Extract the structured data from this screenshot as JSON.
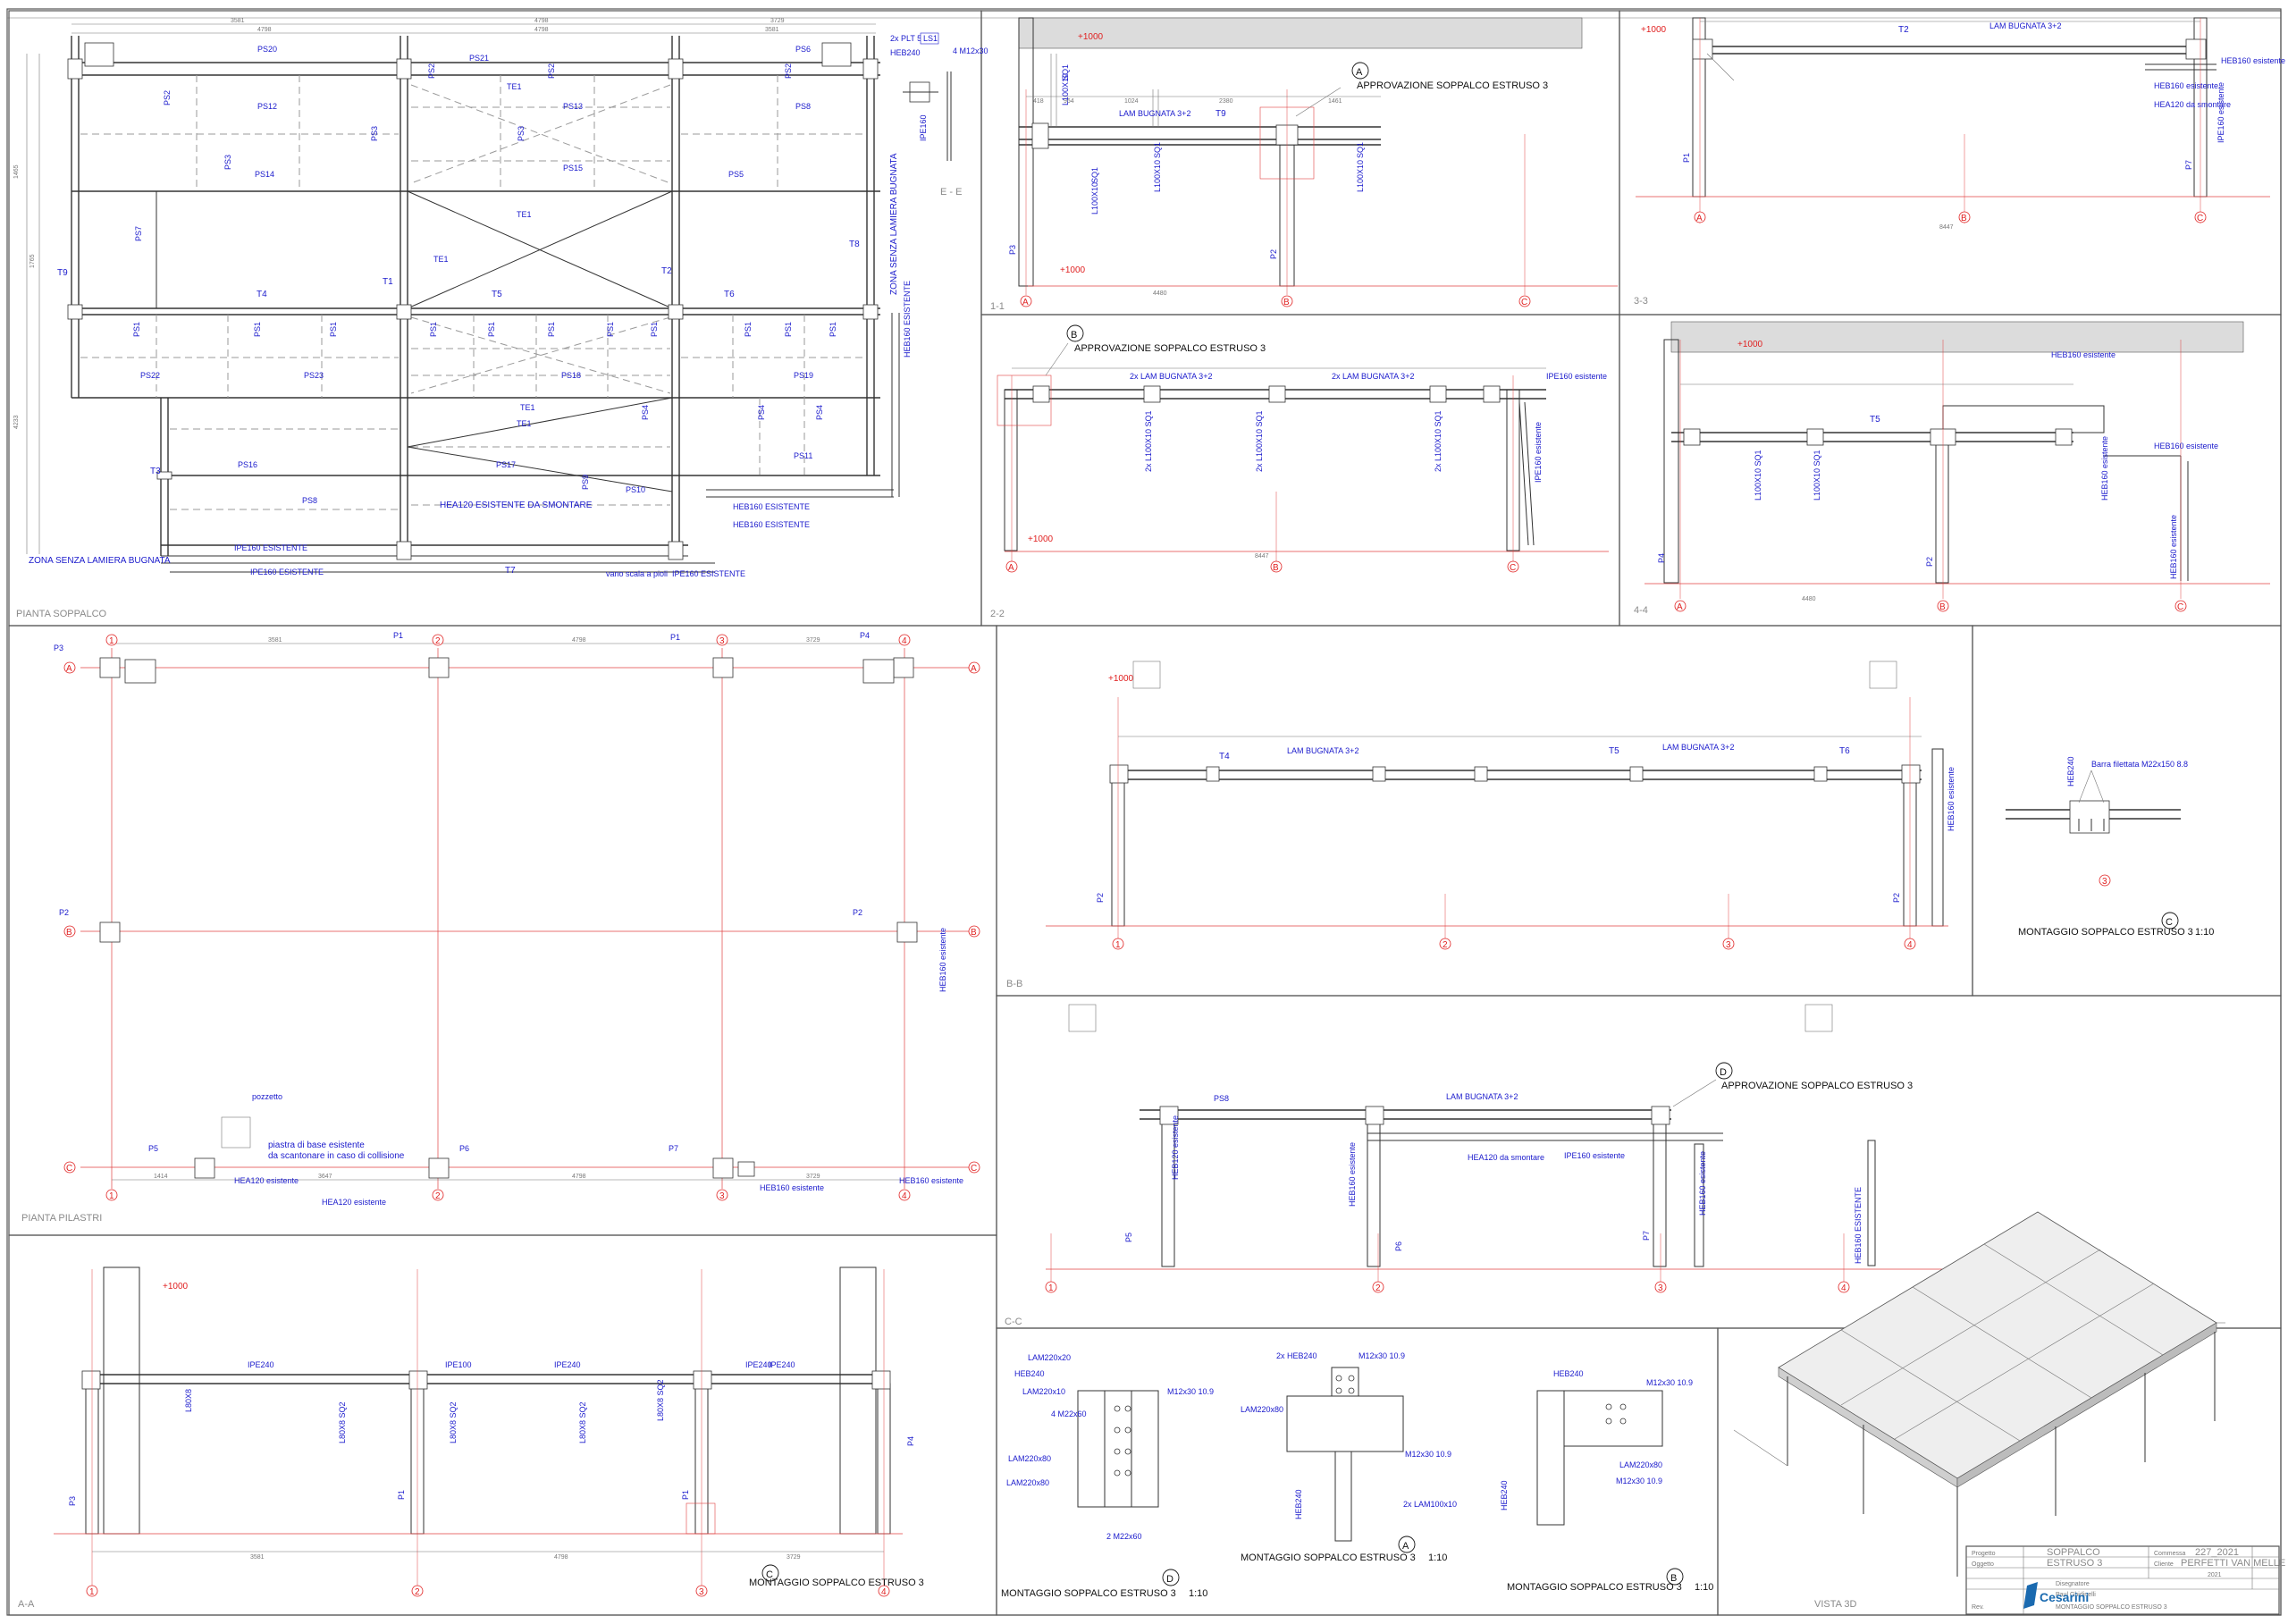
{
  "views": {
    "pianta_soppalco": "PIANTA SOPPALCO",
    "pianta_pilastri": "PIANTA PILASTRI",
    "section_1_1": "1-1",
    "section_2_2": "2-2",
    "section_3_3": "3-3",
    "section_4_4": "4-4",
    "section_b_b": "B-B",
    "section_c_c": "C-C",
    "section_a_a": "A-A",
    "section_e_e": "E - E",
    "vista_3d": "VISTA 3D"
  },
  "callouts": {
    "A": {
      "letter": "A",
      "text": "APPROVAZIONE SOPPALCO ESTRUSO 3"
    },
    "B": {
      "letter": "B",
      "text": "APPROVAZIONE SOPPALCO ESTRUSO 3"
    },
    "D": {
      "letter": "D",
      "text": "APPROVAZIONE SOPPALCO ESTRUSO 3"
    }
  },
  "details": {
    "C_right": {
      "letter": "C",
      "text": "MONTAGGIO SOPPALCO ESTRUSO 3",
      "scale": "1:10"
    },
    "C_bottom": {
      "letter": "C",
      "text": "MONTAGGIO SOPPALCO ESTRUSO 3"
    },
    "D": {
      "letter": "D",
      "text": "MONTAGGIO SOPPALCO ESTRUSO 3",
      "scale": "1:10"
    },
    "A": {
      "letter": "A",
      "text": "MONTAGGIO SOPPALCO ESTRUSO 3",
      "scale": "1:10"
    },
    "B": {
      "letter": "B",
      "text": "MONTAGGIO SOPPALCO ESTRUSO 3",
      "scale": "1:10"
    }
  },
  "plan_labels": {
    "beams": [
      "PS20",
      "PS21",
      "PS6",
      "PS2",
      "PS2",
      "PS2",
      "PS2",
      "PS12",
      "PS13",
      "PS8",
      "PS3",
      "PS3",
      "PS3",
      "PS15",
      "PS14",
      "PS5",
      "PS7",
      "PS22",
      "PS23",
      "PS16",
      "PS19",
      "PS17",
      "PS11",
      "PS18",
      "PS9",
      "PS4",
      "PS4",
      "PS4",
      "PS10",
      "PS8"
    ],
    "girders": [
      "T1",
      "T2",
      "T4",
      "T5",
      "T6",
      "T3",
      "T7",
      "T8",
      "T9",
      "TE1",
      "TE1",
      "TE1",
      "TE1",
      "TE1"
    ],
    "secondary": [
      "PS1",
      "PS1",
      "PS1",
      "PS1",
      "PS1",
      "PS1",
      "PS1",
      "PS1",
      "PS1",
      "PS1",
      "PS1"
    ],
    "zona_top": "ZONA SENZA LAMIERA BUGNATA",
    "zona_right": "ZONA SENZA LAMIERA BUGNATA",
    "hea_note": "HEA120 ESISTENTE DA SMONTARE",
    "vano": "vano scala a pioli",
    "ipe_note1": "IPE160 ESISTENTE",
    "ipe_note2": "IPE160 ESISTENTE",
    "ipe_note3": "IPE160 ESISTENTE",
    "heb_note1": "HEB160 ESISTENTE",
    "heb_note2": "HEB160 ESISTENTE",
    "heb_note3": "HEB160 ESISTENTE",
    "dim_top": [
      "3581",
      "4798",
      "3729"
    ],
    "dim_top2": [
      "4798",
      "4798",
      "3581"
    ],
    "dim_left": [
      "1465",
      "4233",
      "1765"
    ]
  },
  "ee_labels": {
    "title": "2x PLT 5",
    "tag": "LS1",
    "heb": "HEB240",
    "mfg": "4 M12x30",
    "ipe": "IPE160"
  },
  "s11": {
    "lam": "LAM BUGNATA 3+2",
    "t9": "T9",
    "l1": "L100X10",
    "s1": "SQ1",
    "p3": "P3",
    "p2": "P2",
    "lev1": "+1000",
    "lev2": "+1000",
    "dims": [
      "418",
      "964",
      "1024",
      "2380",
      "1461"
    ],
    "axes": [
      "A",
      "B",
      "C"
    ],
    "span": "4480"
  },
  "s22": {
    "lam1": "2x LAM BUGNATA 3+2",
    "lam2": "2x LAM BUGNATA 3+2",
    "lsq": "2x L100X10 SQ1",
    "ipe": "IPE160 esistente",
    "lev": "+1000",
    "span": "8447",
    "axes": [
      "A",
      "B",
      "C"
    ]
  },
  "s33": {
    "t2": "T2",
    "lam": "LAM BUGNATA 3+2",
    "hea": "HEA120  da smontare",
    "heb1": "HEB160 esistente",
    "heb2": "HEB160 esistente",
    "ipe": "IPE160 esistente",
    "p1": "P1",
    "p7": "P7",
    "lev": "+1000",
    "span": "8447",
    "axes": [
      "A",
      "B",
      "C"
    ]
  },
  "s44": {
    "t5": "T5",
    "heb1": "HEB160 esistente",
    "heb2": "HEB160 esistente",
    "heb3": "HEB160 esistente",
    "hea": "HEB160 esistente",
    "l1": "L100X10 SQ1",
    "p4": "P4",
    "p2": "P2",
    "lev": "+1000",
    "span": "4480",
    "axes": [
      "A",
      "B",
      "C"
    ]
  },
  "pilastri": {
    "cols_top": [
      "P3",
      "P1",
      "P1",
      "P4"
    ],
    "cols_mid": [
      "P2",
      "P2"
    ],
    "cols_bot": [
      "P5",
      "P6",
      "P7"
    ],
    "rows": [
      "A",
      "B",
      "C"
    ],
    "grid": [
      "1",
      "2",
      "3",
      "4"
    ],
    "pozzetto": "pozzetto",
    "piastra": "piastra di base esistente",
    "piastra2": "da scantonare in caso di collisione",
    "hea1": "HEA120 esistente",
    "hea2": "HEA120 esistente",
    "heb1": "HEB160 esistente",
    "heb2": "HEB160 esistente",
    "heb3": "HEB160 esistente",
    "dims_top": [
      "3581",
      "4798",
      "3729"
    ],
    "dims_bot": [
      "1414",
      "3647",
      "4798",
      "3729"
    ]
  },
  "sbb": {
    "t4": "T4",
    "t5": "T5",
    "t6": "T6",
    "lam1": "LAM BUGNATA 3+2",
    "lam2": "LAM BUGNATA 3+2",
    "heb": "HEB160 esistente",
    "p2a": "P2",
    "p2b": "P2",
    "lev": "+1000",
    "grid": [
      "1",
      "2",
      "3",
      "4"
    ]
  },
  "detail_c": {
    "bar": "Barra filettata M22x150 8.8",
    "heb": "HEB240",
    "num": "3"
  },
  "scc": {
    "ps8": "PS8",
    "lam": "LAM BUGNATA 3+2",
    "hea": "HEA120  da smontare",
    "ipe": "IPE160 esistente",
    "heb1": "HEB120 esistente",
    "heb2": "HEB160 esistente",
    "heb3": "HEB160 ESISTENTE",
    "p5": "P5",
    "p6": "P6",
    "p7": "P7",
    "grid": [
      "1",
      "2",
      "3",
      "4"
    ]
  },
  "saa": {
    "ipe": [
      "IPE240",
      "IPE100",
      "IPE240",
      "IPE240",
      "IPE240"
    ],
    "lsq": [
      "L80X8",
      "L80X8  SQ2",
      "L80X8  SQ2",
      "L80X8  SQ2",
      "L80X8  SQ2"
    ],
    "p3": "P3",
    "p1a": "P1",
    "p1b": "P1",
    "p4": "P4",
    "lev": "+1000",
    "grid": [
      "1",
      "2",
      "3",
      "4"
    ],
    "dims": [
      "3581",
      "4798",
      "3729"
    ]
  },
  "details_small": {
    "d_labels": [
      "LAM220x20",
      "LAM220x10",
      "HEB240",
      "LAM220x80",
      "4 M22x60",
      "M12x30 10.9",
      "2 M22x60",
      "LAM220x80"
    ],
    "a_labels": [
      "2x HEB240",
      "M12x30 10.9",
      "LAM220x80",
      "2x LAM100x10",
      "M12x30 10.9",
      "HEB240"
    ],
    "b_labels": [
      "HEB240",
      "M12x30 10.9",
      "LAM220x80",
      "M12x30 10.9",
      "HEB240"
    ]
  },
  "title_block": {
    "progetto_lbl": "Progetto",
    "progetto": "SOPPALCO",
    "commessa_lbl": "Commessa",
    "commessa": "227_2021",
    "oggetto_lbl": "Oggetto",
    "oggetto": "ESTRUSO 3",
    "cliente_lbl": "Cliente",
    "cliente": "PERFETTI VAN MELLE",
    "data": "2021",
    "dis": "Disegnatore",
    "dis_val": "Paul Ghidinelli",
    "rev": "Rev.",
    "tav": "MONTAGGIO SOPPALCO ESTRUSO 3",
    "company": "Cesarini"
  }
}
